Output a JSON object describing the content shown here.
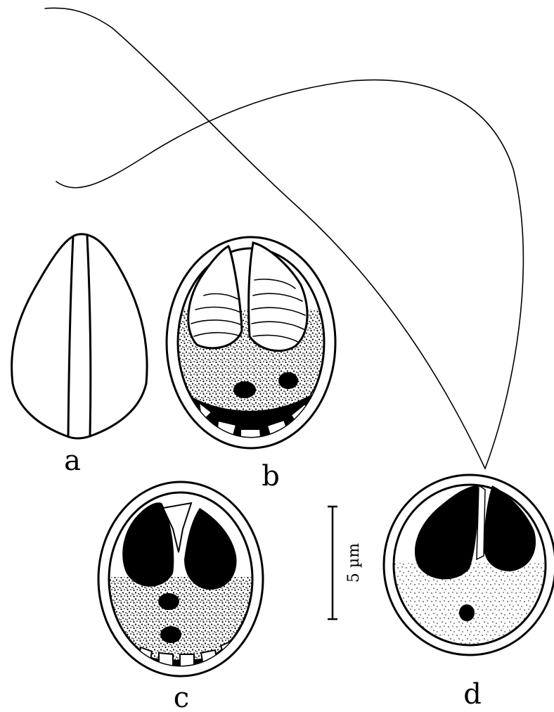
{
  "panels": {
    "a": {
      "label": "a"
    },
    "b": {
      "label": "b"
    },
    "c": {
      "label": "c"
    },
    "d": {
      "label": "d"
    }
  },
  "scale_bar": {
    "label": "5 µm"
  },
  "colors": {
    "ink": "#000000",
    "background": "#ffffff"
  }
}
